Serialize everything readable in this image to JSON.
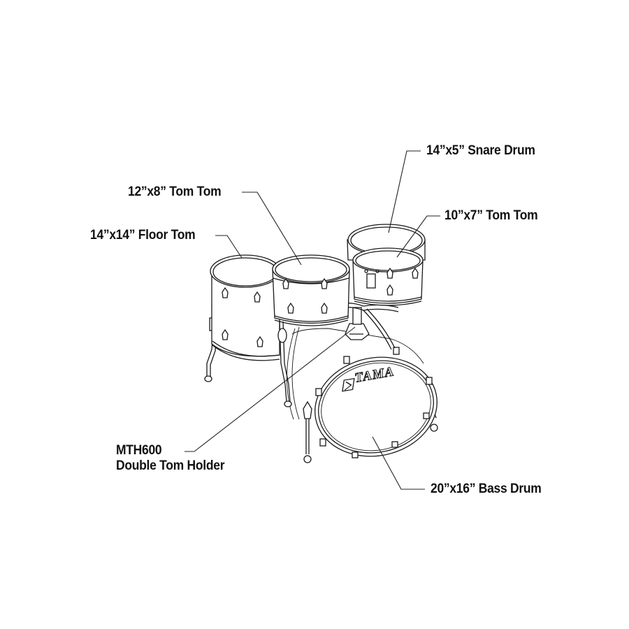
{
  "diagram": {
    "title": "",
    "brand_logo_text": "TAMA",
    "background_color": "#ffffff",
    "ink_color": "#1a1a1a",
    "components": [
      {
        "id": "snare",
        "label": "14”x5” Snare Drum"
      },
      {
        "id": "tom12",
        "label": "12”x8” Tom Tom"
      },
      {
        "id": "tom10",
        "label": "10”x7” Tom Tom"
      },
      {
        "id": "floor",
        "label": "14”x14” Floor Tom"
      },
      {
        "id": "holder",
        "label_line1": "MTH600",
        "label_line2": "Double Tom Holder"
      },
      {
        "id": "bass",
        "label": "20”x16” Bass Drum"
      }
    ]
  }
}
